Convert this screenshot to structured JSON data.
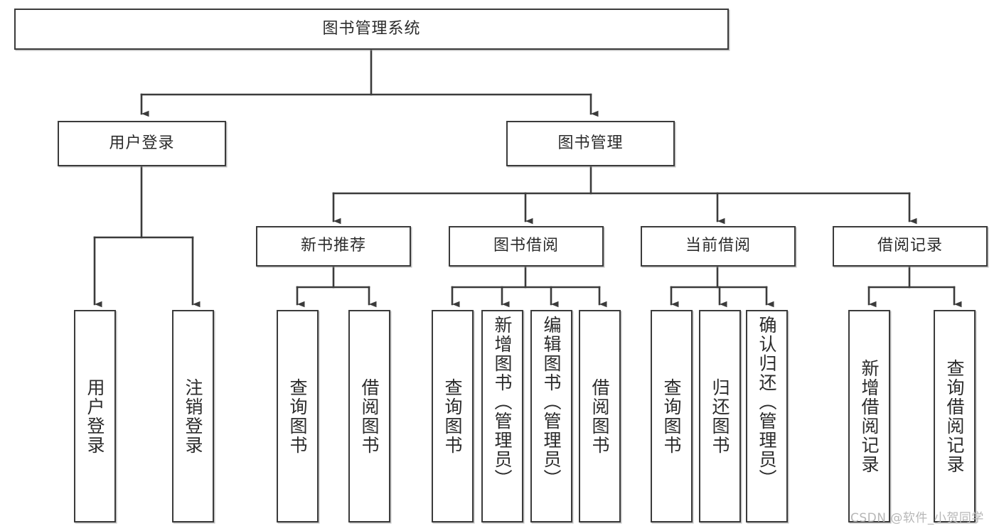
{
  "diagram": {
    "type": "tree-hierarchy",
    "title": "图书管理系统",
    "watermark": "CSDN @软件_小贺同学",
    "colors": {
      "box_border": "#3b3b3b",
      "box_fill": "#ffffff",
      "connector": "#3b3b3b",
      "text": "#2b2b2b",
      "watermark": "#b7b7b7"
    },
    "nodes": {
      "root": {
        "label": "图书管理系统",
        "level": 0
      },
      "user_login": {
        "label": "用户登录",
        "level": 1
      },
      "book_manage": {
        "label": "图书管理",
        "level": 1
      },
      "new_book_rec": {
        "label": "新书推荐",
        "level": 2
      },
      "book_borrow": {
        "label": "图书借阅",
        "level": 2
      },
      "current_borrow": {
        "label": "当前借阅",
        "level": 2
      },
      "borrow_record": {
        "label": "借阅记录",
        "level": 2
      },
      "leaf_user_login": {
        "label": "用户登录",
        "level": 3
      },
      "leaf_logout": {
        "label": "注销登录",
        "level": 3
      },
      "leaf_query_book_1": {
        "label": "查询图书",
        "level": 3
      },
      "leaf_borrow_book_1": {
        "label": "借阅图书",
        "level": 3
      },
      "leaf_query_book_2": {
        "label": "查询图书",
        "level": 3
      },
      "leaf_add_book_admin": {
        "label": "新增图书（管理员）",
        "level": 3
      },
      "leaf_edit_book_admin": {
        "label": "编辑图书（管理员）",
        "level": 3
      },
      "leaf_borrow_book_2": {
        "label": "借阅图书",
        "level": 3
      },
      "leaf_query_book_3": {
        "label": "查询图书",
        "level": 3
      },
      "leaf_return_book": {
        "label": "归还图书",
        "level": 3
      },
      "leaf_confirm_return_admin": {
        "label": "确认归还（管理员）",
        "level": 3
      },
      "leaf_add_record": {
        "label": "新增借阅记录",
        "level": 3
      },
      "leaf_query_record": {
        "label": "查询借阅记录",
        "level": 3
      }
    },
    "edges": [
      {
        "from": "root",
        "to": "user_login"
      },
      {
        "from": "root",
        "to": "book_manage"
      },
      {
        "from": "user_login",
        "to": "leaf_user_login"
      },
      {
        "from": "user_login",
        "to": "leaf_logout"
      },
      {
        "from": "book_manage",
        "to": "new_book_rec"
      },
      {
        "from": "book_manage",
        "to": "book_borrow"
      },
      {
        "from": "book_manage",
        "to": "current_borrow"
      },
      {
        "from": "book_manage",
        "to": "borrow_record"
      },
      {
        "from": "new_book_rec",
        "to": "leaf_query_book_1"
      },
      {
        "from": "new_book_rec",
        "to": "leaf_borrow_book_1"
      },
      {
        "from": "book_borrow",
        "to": "leaf_query_book_2"
      },
      {
        "from": "book_borrow",
        "to": "leaf_add_book_admin"
      },
      {
        "from": "book_borrow",
        "to": "leaf_edit_book_admin"
      },
      {
        "from": "book_borrow",
        "to": "leaf_borrow_book_2"
      },
      {
        "from": "current_borrow",
        "to": "leaf_query_book_3"
      },
      {
        "from": "current_borrow",
        "to": "leaf_return_book"
      },
      {
        "from": "current_borrow",
        "to": "leaf_confirm_return_admin"
      },
      {
        "from": "borrow_record",
        "to": "leaf_add_record"
      },
      {
        "from": "borrow_record",
        "to": "leaf_query_record"
      }
    ]
  }
}
